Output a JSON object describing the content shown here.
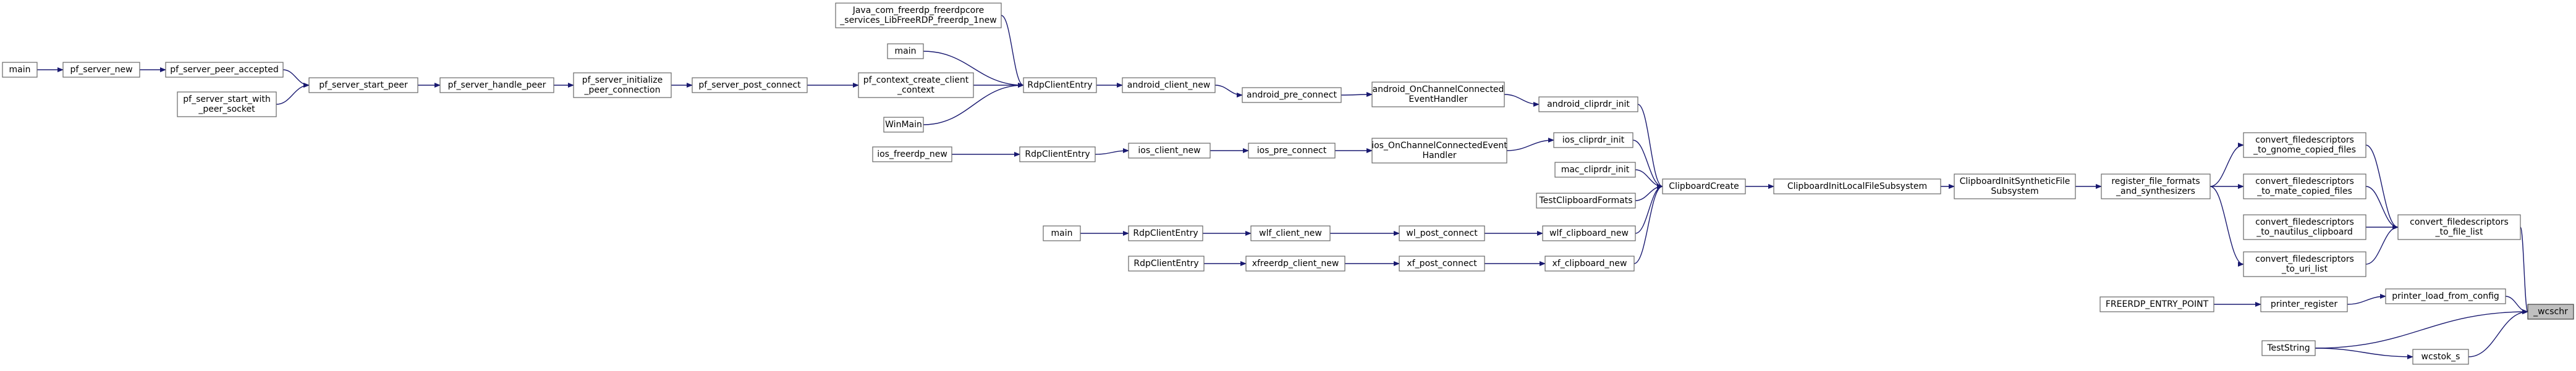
{
  "graph": {
    "nodes": [
      {
        "id": "n_main1",
        "lines": [
          "main"
        ]
      },
      {
        "id": "n_pf_server_new",
        "lines": [
          "pf_server_new"
        ]
      },
      {
        "id": "n_pf_server_peer_accepted",
        "lines": [
          "pf_server_peer_accepted"
        ]
      },
      {
        "id": "n_pf_server_start_with_peer_socket",
        "lines": [
          "pf_server_start_with",
          "_peer_socket"
        ]
      },
      {
        "id": "n_pf_server_start_peer",
        "lines": [
          "pf_server_start_peer"
        ]
      },
      {
        "id": "n_pf_server_handle_peer",
        "lines": [
          "pf_server_handle_peer"
        ]
      },
      {
        "id": "n_pf_server_initialize_peer_connection",
        "lines": [
          "pf_server_initialize",
          "_peer_connection"
        ]
      },
      {
        "id": "n_pf_server_post_connect",
        "lines": [
          "pf_server_post_connect"
        ]
      },
      {
        "id": "n_java_freerdp_new",
        "lines": [
          "Java_com_freerdp_freerdpcore",
          "_services_LibFreeRDP_freerdp_1new"
        ]
      },
      {
        "id": "n_main2",
        "lines": [
          "main"
        ]
      },
      {
        "id": "n_pf_context_create_client_context",
        "lines": [
          "pf_context_create_client",
          "_context"
        ]
      },
      {
        "id": "n_winmain",
        "lines": [
          "WinMain"
        ]
      },
      {
        "id": "n_rdpcliententry1",
        "lines": [
          "RdpClientEntry"
        ]
      },
      {
        "id": "n_android_client_new",
        "lines": [
          "android_client_new"
        ]
      },
      {
        "id": "n_android_pre_connect",
        "lines": [
          "android_pre_connect"
        ]
      },
      {
        "id": "n_android_onchannelconnected",
        "lines": [
          "android_OnChannelConnected",
          "EventHandler"
        ]
      },
      {
        "id": "n_android_cliprdr_init",
        "lines": [
          "android_cliprdr_init"
        ]
      },
      {
        "id": "n_ios_freerdp_new",
        "lines": [
          "ios_freerdp_new"
        ]
      },
      {
        "id": "n_rdpcliententry2",
        "lines": [
          "RdpClientEntry"
        ]
      },
      {
        "id": "n_ios_client_new",
        "lines": [
          "ios_client_new"
        ]
      },
      {
        "id": "n_ios_pre_connect",
        "lines": [
          "ios_pre_connect"
        ]
      },
      {
        "id": "n_ios_onchannelconnected",
        "lines": [
          "ios_OnChannelConnectedEvent",
          "Handler"
        ]
      },
      {
        "id": "n_ios_cliprdr_init",
        "lines": [
          "ios_cliprdr_init"
        ]
      },
      {
        "id": "n_mac_cliprdr_init",
        "lines": [
          "mac_cliprdr_init"
        ]
      },
      {
        "id": "n_testclipboardformats",
        "lines": [
          "TestClipboardFormats"
        ]
      },
      {
        "id": "n_main3",
        "lines": [
          "main"
        ]
      },
      {
        "id": "n_rdpcliententry3",
        "lines": [
          "RdpClientEntry"
        ]
      },
      {
        "id": "n_wlf_client_new",
        "lines": [
          "wlf_client_new"
        ]
      },
      {
        "id": "n_wl_post_connect",
        "lines": [
          "wl_post_connect"
        ]
      },
      {
        "id": "n_wlf_clipboard_new",
        "lines": [
          "wlf_clipboard_new"
        ]
      },
      {
        "id": "n_rdpcliententry4",
        "lines": [
          "RdpClientEntry"
        ]
      },
      {
        "id": "n_xfreerdp_client_new",
        "lines": [
          "xfreerdp_client_new"
        ]
      },
      {
        "id": "n_xf_post_connect",
        "lines": [
          "xf_post_connect"
        ]
      },
      {
        "id": "n_xf_clipboard_new",
        "lines": [
          "xf_clipboard_new"
        ]
      },
      {
        "id": "n_clipboardcreate",
        "lines": [
          "ClipboardCreate"
        ]
      },
      {
        "id": "n_clipboardinitlocalfilesubsystem",
        "lines": [
          "ClipboardInitLocalFileSubsystem"
        ]
      },
      {
        "id": "n_clipboardinitsyntheticfilesubsystem",
        "lines": [
          "ClipboardInitSyntheticFile",
          "Subsystem"
        ]
      },
      {
        "id": "n_register_file_formats",
        "lines": [
          "register_file_formats",
          "_and_synthesizers"
        ]
      },
      {
        "id": "n_convert_gnome",
        "lines": [
          "convert_filedescriptors",
          "_to_gnome_copied_files"
        ]
      },
      {
        "id": "n_convert_mate",
        "lines": [
          "convert_filedescriptors",
          "_to_mate_copied_files"
        ]
      },
      {
        "id": "n_convert_nautilus",
        "lines": [
          "convert_filedescriptors",
          "_to_nautilus_clipboard"
        ]
      },
      {
        "id": "n_convert_uri",
        "lines": [
          "convert_filedescriptors",
          "_to_uri_list"
        ]
      },
      {
        "id": "n_convert_file_list",
        "lines": [
          "convert_filedescriptors",
          "_to_file_list"
        ]
      },
      {
        "id": "n_freerdp_entry_point",
        "lines": [
          "FREERDP_ENTRY_POINT"
        ]
      },
      {
        "id": "n_printer_register",
        "lines": [
          "printer_register"
        ]
      },
      {
        "id": "n_printer_load_from_config",
        "lines": [
          "printer_load_from_config"
        ]
      },
      {
        "id": "n_teststring",
        "lines": [
          "TestString"
        ]
      },
      {
        "id": "n_wcstok_s",
        "lines": [
          "wcstok_s"
        ]
      },
      {
        "id": "n_wcschr",
        "lines": [
          "_wcschr"
        ],
        "highlight": true
      }
    ],
    "edges": [
      [
        "n_main1",
        "n_pf_server_new"
      ],
      [
        "n_pf_server_new",
        "n_pf_server_peer_accepted"
      ],
      [
        "n_pf_server_peer_accepted",
        "n_pf_server_start_peer"
      ],
      [
        "n_pf_server_start_with_peer_socket",
        "n_pf_server_start_peer"
      ],
      [
        "n_pf_server_start_peer",
        "n_pf_server_handle_peer"
      ],
      [
        "n_pf_server_handle_peer",
        "n_pf_server_initialize_peer_connection"
      ],
      [
        "n_pf_server_initialize_peer_connection",
        "n_pf_server_post_connect"
      ],
      [
        "n_pf_server_post_connect",
        "n_pf_context_create_client_context"
      ],
      [
        "n_java_freerdp_new",
        "n_rdpcliententry1"
      ],
      [
        "n_main2",
        "n_rdpcliententry1"
      ],
      [
        "n_pf_context_create_client_context",
        "n_rdpcliententry1"
      ],
      [
        "n_winmain",
        "n_rdpcliententry1"
      ],
      [
        "n_rdpcliententry1",
        "n_android_client_new"
      ],
      [
        "n_android_client_new",
        "n_android_pre_connect"
      ],
      [
        "n_android_pre_connect",
        "n_android_onchannelconnected"
      ],
      [
        "n_android_onchannelconnected",
        "n_android_cliprdr_init"
      ],
      [
        "n_android_cliprdr_init",
        "n_clipboardcreate"
      ],
      [
        "n_ios_freerdp_new",
        "n_rdpcliententry2"
      ],
      [
        "n_rdpcliententry2",
        "n_ios_client_new"
      ],
      [
        "n_ios_client_new",
        "n_ios_pre_connect"
      ],
      [
        "n_ios_pre_connect",
        "n_ios_onchannelconnected"
      ],
      [
        "n_ios_onchannelconnected",
        "n_ios_cliprdr_init"
      ],
      [
        "n_ios_cliprdr_init",
        "n_clipboardcreate"
      ],
      [
        "n_mac_cliprdr_init",
        "n_clipboardcreate"
      ],
      [
        "n_testclipboardformats",
        "n_clipboardcreate"
      ],
      [
        "n_main3",
        "n_rdpcliententry3"
      ],
      [
        "n_rdpcliententry3",
        "n_wlf_client_new"
      ],
      [
        "n_wlf_client_new",
        "n_wl_post_connect"
      ],
      [
        "n_wl_post_connect",
        "n_wlf_clipboard_new"
      ],
      [
        "n_wlf_clipboard_new",
        "n_clipboardcreate"
      ],
      [
        "n_rdpcliententry4",
        "n_xfreerdp_client_new"
      ],
      [
        "n_xfreerdp_client_new",
        "n_xf_post_connect"
      ],
      [
        "n_xf_post_connect",
        "n_xf_clipboard_new"
      ],
      [
        "n_xf_clipboard_new",
        "n_clipboardcreate"
      ],
      [
        "n_clipboardcreate",
        "n_clipboardinitlocalfilesubsystem"
      ],
      [
        "n_clipboardinitlocalfilesubsystem",
        "n_clipboardinitsyntheticfilesubsystem"
      ],
      [
        "n_clipboardinitsyntheticfilesubsystem",
        "n_register_file_formats"
      ],
      [
        "n_register_file_formats",
        "n_convert_gnome"
      ],
      [
        "n_register_file_formats",
        "n_convert_mate"
      ],
      [
        "n_register_file_formats",
        "n_convert_uri"
      ],
      [
        "n_convert_gnome",
        "n_convert_file_list"
      ],
      [
        "n_convert_mate",
        "n_convert_file_list"
      ],
      [
        "n_convert_nautilus",
        "n_convert_file_list"
      ],
      [
        "n_convert_uri",
        "n_convert_file_list"
      ],
      [
        "n_convert_file_list",
        "n_wcschr"
      ],
      [
        "n_freerdp_entry_point",
        "n_printer_register"
      ],
      [
        "n_printer_register",
        "n_printer_load_from_config"
      ],
      [
        "n_printer_load_from_config",
        "n_wcschr"
      ],
      [
        "n_teststring",
        "n_wcschr"
      ],
      [
        "n_teststring",
        "n_wcstok_s"
      ],
      [
        "n_wcstok_s",
        "n_wcschr"
      ]
    ]
  }
}
